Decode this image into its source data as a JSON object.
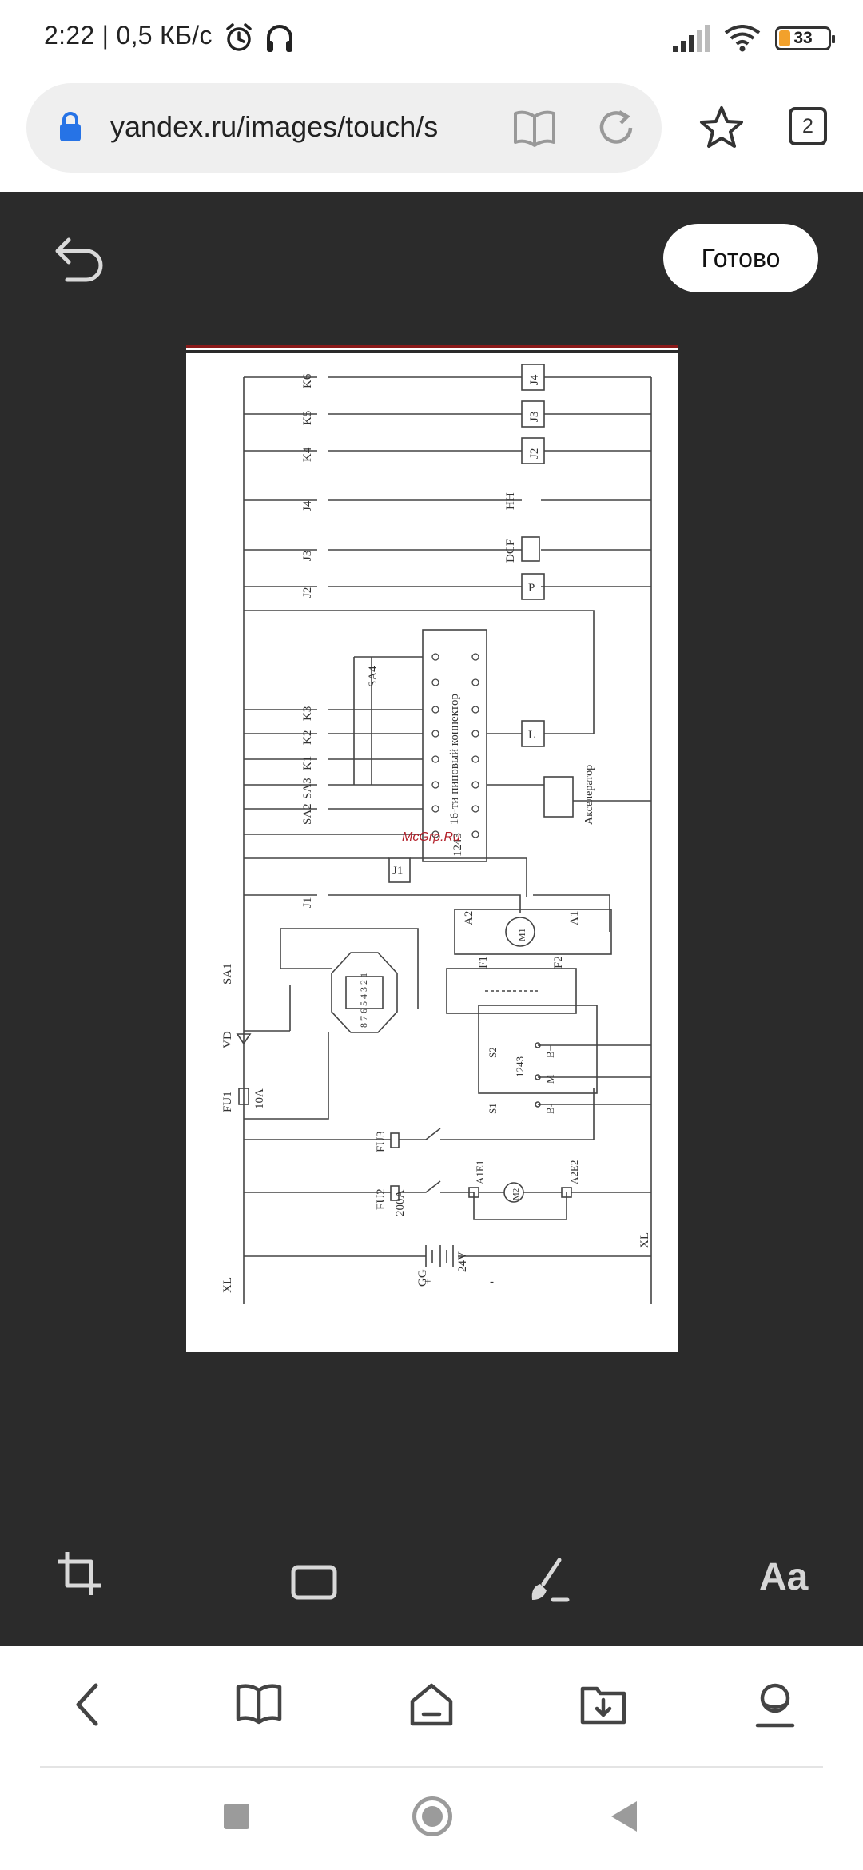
{
  "status_bar": {
    "time_text": "2:22 | 0,5 КБ/с",
    "battery": "33"
  },
  "browser": {
    "url": "yandex.ru/images/touch/s",
    "tab_count": "2"
  },
  "editor": {
    "done_label": "Готово",
    "text_tool_label": "Aa"
  },
  "image": {
    "watermark": "McGrp.Ru",
    "connector_label": "16-ти пиновый коннектор",
    "controller_label": "1243",
    "accelerator_label": "Акселератор",
    "relay_labels": [
      "K6",
      "K5",
      "K4",
      "J4",
      "J3",
      "J2"
    ],
    "coil_labels": [
      "J4",
      "J3",
      "J2"
    ],
    "switch_labels": [
      "K3",
      "K2",
      "K1",
      "SA3",
      "SA2",
      "SA4",
      "J1",
      "SA1"
    ],
    "component_labels": [
      "HH",
      "DCF",
      "P",
      "L",
      "J1",
      "VD",
      "FU1",
      "10A",
      "FU3",
      "FU2",
      "200A",
      "GG",
      "24V",
      "XL",
      "XL",
      "A2",
      "A1",
      "F1",
      "F2",
      "M1",
      "M2",
      "B+",
      "B-",
      "M",
      "S1",
      "S2",
      "A1E1",
      "A2E2",
      "+",
      "-"
    ],
    "relay_pins": "8 7 6 5 4 3 2 1"
  }
}
